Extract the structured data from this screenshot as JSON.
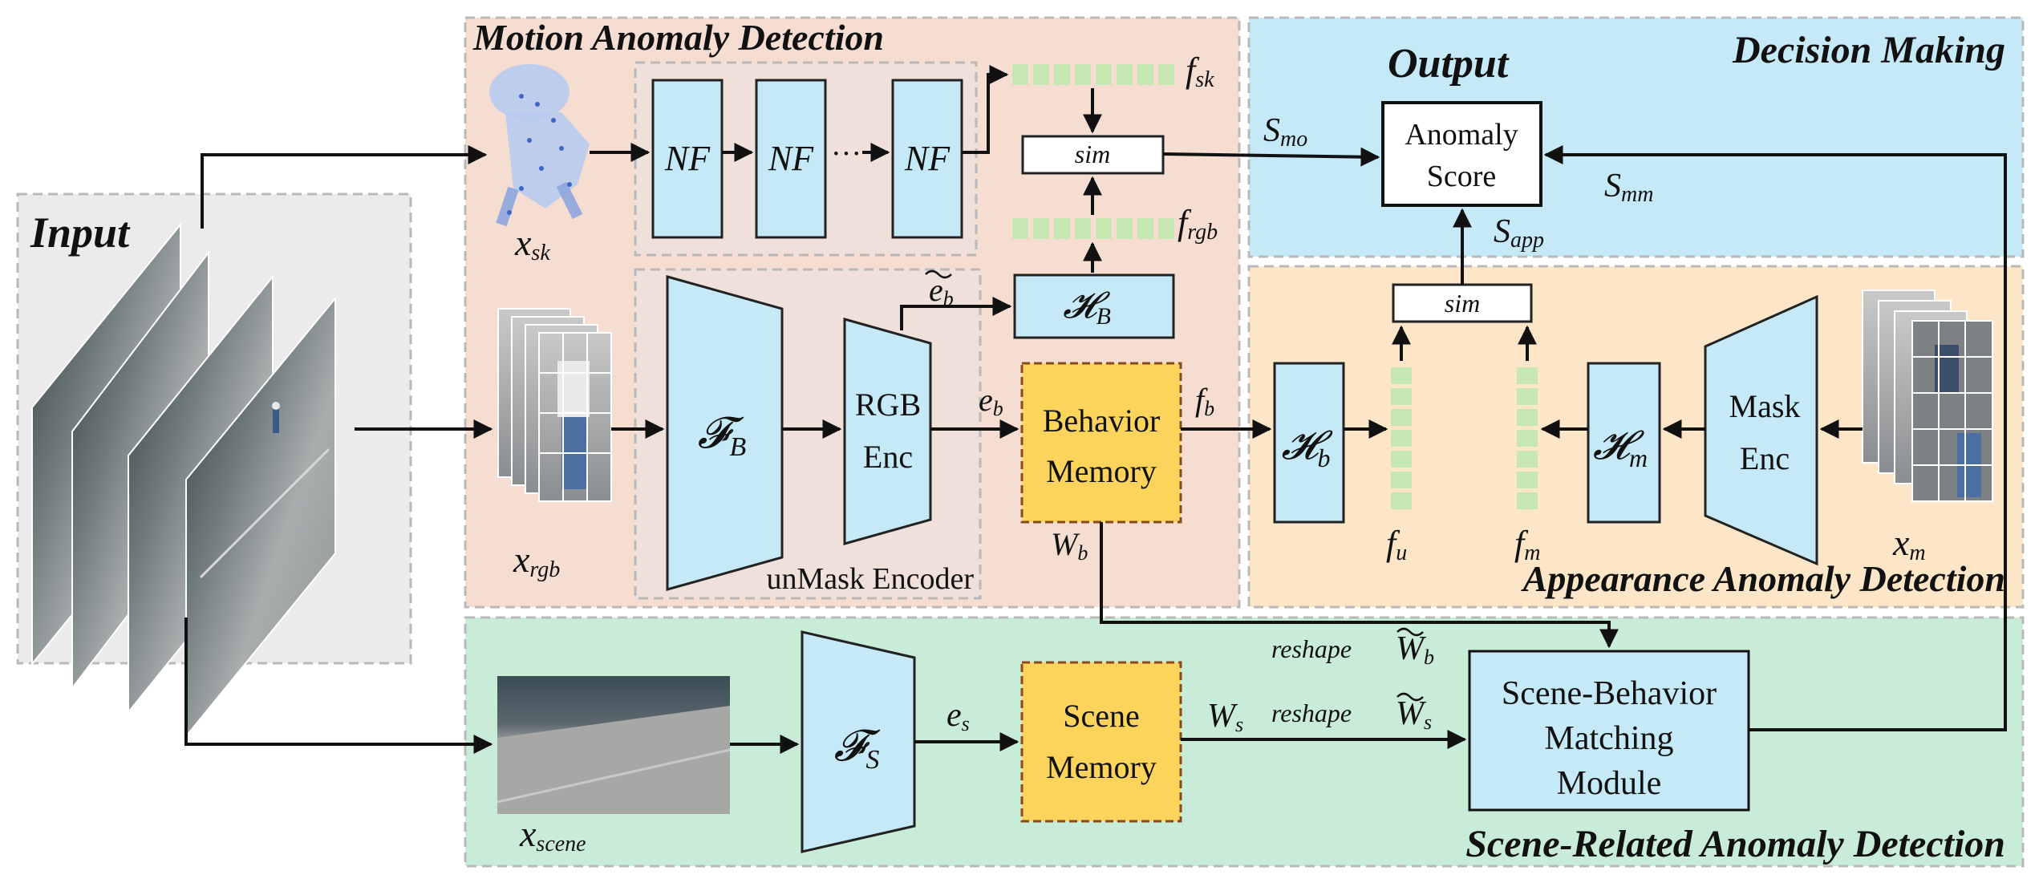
{
  "sections": {
    "input": "Input",
    "motion": "Motion Anomaly Detection",
    "decision": "Decision Making",
    "output": "Output",
    "appearance": "Appearance Anomaly Detection",
    "scene": "Scene-Related Anomaly Detection"
  },
  "blocks": {
    "nf": "NF",
    "nf_dots": "···",
    "sim": "sim",
    "h_big_b": "𝓗",
    "h_big_b_sub": "B",
    "f_big_b": "𝓕",
    "f_big_b_sub": "B",
    "rgb_enc": [
      "RGB",
      "Enc"
    ],
    "behavior_memory": [
      "Behavior",
      "Memory"
    ],
    "h_small_b": "𝓗",
    "h_small_b_sub": "b",
    "h_m": "𝓗",
    "h_m_sub": "m",
    "mask_enc": [
      "Mask",
      "Enc"
    ],
    "unmask_encoder": "unMask Encoder",
    "anomaly_score": [
      "Anomaly",
      "Score"
    ],
    "f_s": "𝓕",
    "f_s_sub": "S",
    "scene_memory": [
      "Scene",
      "Memory"
    ],
    "sbm": [
      "Scene-Behavior",
      "Matching",
      "Module"
    ]
  },
  "symbols": {
    "x_sk": [
      "x",
      "sk"
    ],
    "x_rgb": [
      "x",
      "rgb"
    ],
    "x_m": [
      "x",
      "m"
    ],
    "x_scene": [
      "x",
      "scene"
    ],
    "f_sk": [
      "f",
      "sk"
    ],
    "f_rgb": [
      "f",
      "rgb"
    ],
    "f_b": [
      "f",
      "b"
    ],
    "f_u": [
      "f",
      "u"
    ],
    "f_m": [
      "f",
      "m"
    ],
    "e_b_tilde": [
      "e",
      "b"
    ],
    "e_b": [
      "e",
      "b"
    ],
    "e_s": [
      "e",
      "s"
    ],
    "W_b": [
      "W",
      "b"
    ],
    "W_s": [
      "W",
      "s"
    ],
    "W_b_tilde": [
      "W",
      "b"
    ],
    "W_s_tilde": [
      "W",
      "s"
    ],
    "S_mo": [
      "S",
      "mo"
    ],
    "S_mm": [
      "S",
      "mm"
    ],
    "S_app": [
      "S",
      "app"
    ],
    "reshape1": "reshape",
    "reshape2": "reshape"
  },
  "colors": {
    "motion_bg": "#f6ddd2",
    "decision_bg": "#c5e9f6",
    "appearance_bg": "#fde6c8",
    "scene_bg": "#c9ecd9",
    "input_bg": "#ebebeb",
    "block_fill": "#c5e9f6",
    "memory_fill": "#fcd45c",
    "memory_border": "#8a4a1c",
    "feature_fill": "#c6e6b2",
    "inner_box_bg": "#efe0da"
  }
}
